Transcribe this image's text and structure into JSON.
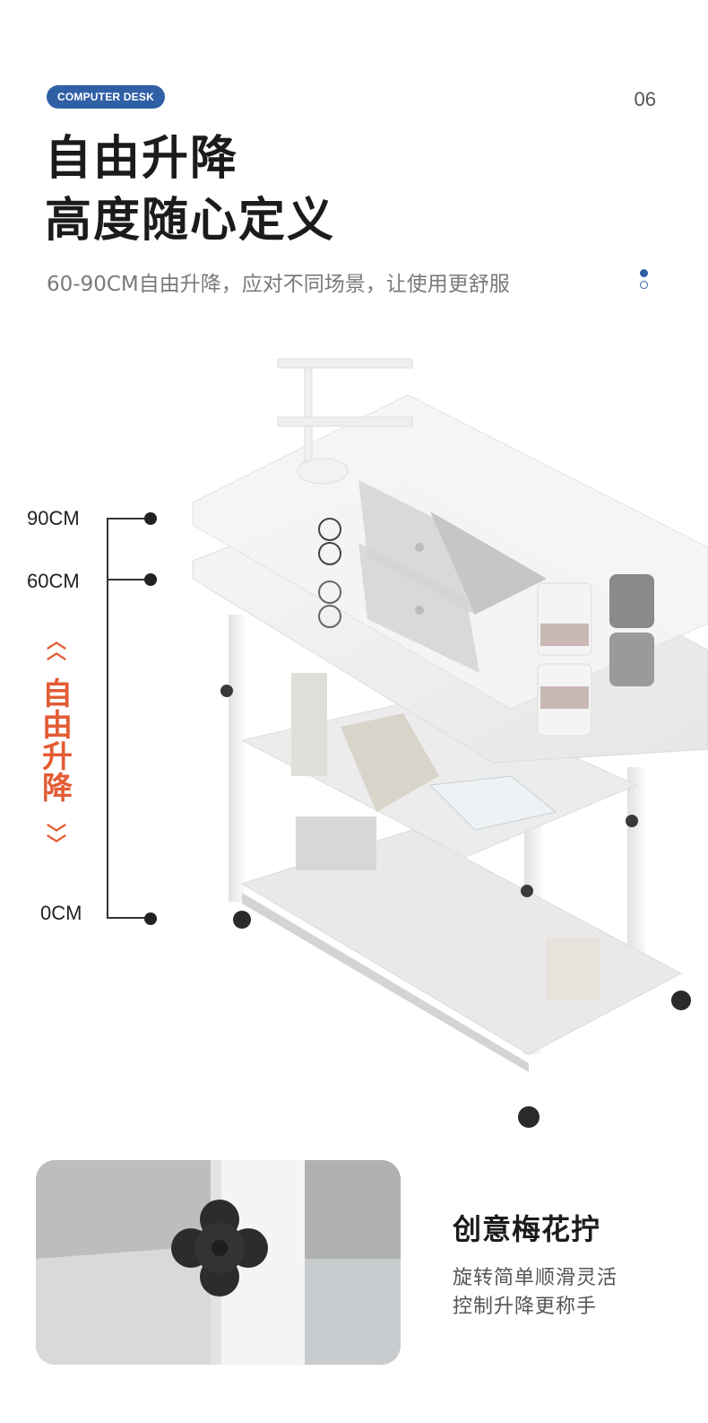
{
  "badge": "COMPUTER DESK",
  "page_number": "06",
  "title_line1": "自由升降",
  "title_line2": "高度随心定义",
  "subtitle": "60-90CM自由升降，应对不同场景，让使用更舒服",
  "scale": {
    "top": "90CM",
    "mid": "60CM",
    "bottom": "0CM",
    "lift_chars": [
      "自",
      "由",
      "升",
      "降"
    ]
  },
  "feature": {
    "title": "创意梅花拧",
    "line1": "旋转简单顺滑灵活",
    "line2": "控制升降更称手"
  },
  "colors": {
    "accent": "#2f5fa5",
    "lift": "#e35c34"
  }
}
